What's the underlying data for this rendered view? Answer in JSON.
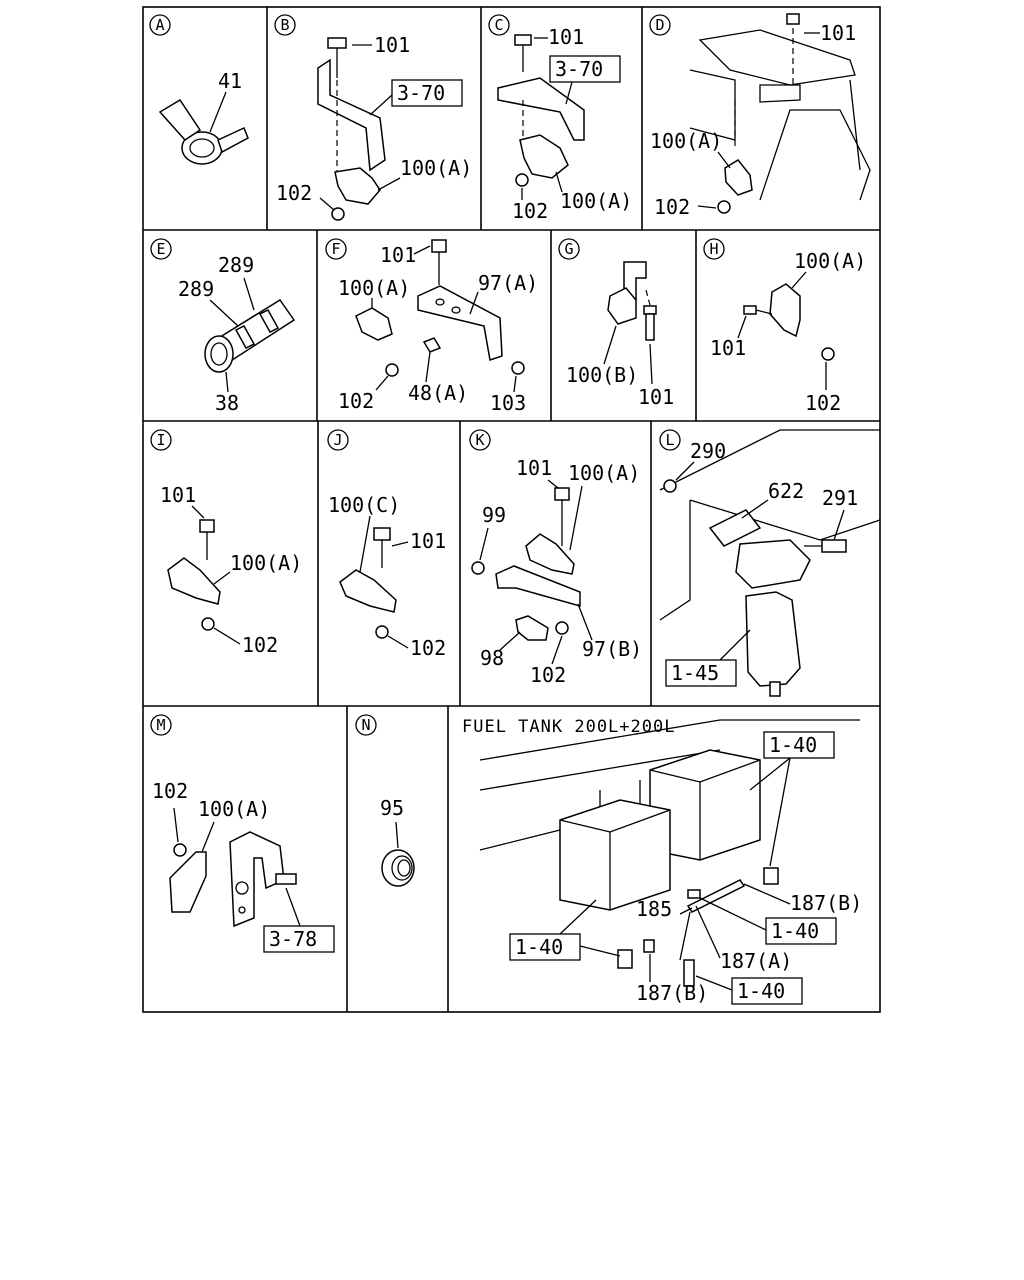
{
  "panels": [
    {
      "letter": "A",
      "labels": [
        "41"
      ],
      "boxed": []
    },
    {
      "letter": "B",
      "labels": [
        "101",
        "102",
        "100(A)"
      ],
      "boxed": [
        "3-70"
      ]
    },
    {
      "letter": "C",
      "labels": [
        "101",
        "102",
        "100(A)"
      ],
      "boxed": [
        "3-70"
      ]
    },
    {
      "letter": "D",
      "labels": [
        "101",
        "100(A)",
        "102"
      ],
      "boxed": []
    },
    {
      "letter": "E",
      "labels": [
        "289",
        "289",
        "38"
      ],
      "boxed": []
    },
    {
      "letter": "F",
      "labels": [
        "101",
        "97(A)",
        "100(A)",
        "102",
        "48(A)",
        "103"
      ],
      "boxed": []
    },
    {
      "letter": "G",
      "labels": [
        "100(B)",
        "101"
      ],
      "boxed": []
    },
    {
      "letter": "H",
      "labels": [
        "100(A)",
        "101",
        "102"
      ],
      "boxed": []
    },
    {
      "letter": "I",
      "labels": [
        "101",
        "100(A)",
        "102"
      ],
      "boxed": []
    },
    {
      "letter": "J",
      "labels": [
        "100(C)",
        "101",
        "102"
      ],
      "boxed": []
    },
    {
      "letter": "K",
      "labels": [
        "101",
        "100(A)",
        "99",
        "98",
        "102",
        "97(B)"
      ],
      "boxed": []
    },
    {
      "letter": "L",
      "labels": [
        "290",
        "622",
        "291"
      ],
      "boxed": [
        "1-45"
      ]
    },
    {
      "letter": "M",
      "labels": [
        "102",
        "100(A)"
      ],
      "boxed": [
        "3-78"
      ]
    },
    {
      "letter": "N",
      "labels": [
        "95"
      ],
      "boxed": []
    },
    {
      "letter": "",
      "title": "FUEL TANK 200L+200L",
      "labels": [
        "185",
        "187(B)",
        "187(A)",
        "187(B)"
      ],
      "boxed": [
        "1-40",
        "1-40",
        "1-40",
        "1-40"
      ]
    }
  ]
}
